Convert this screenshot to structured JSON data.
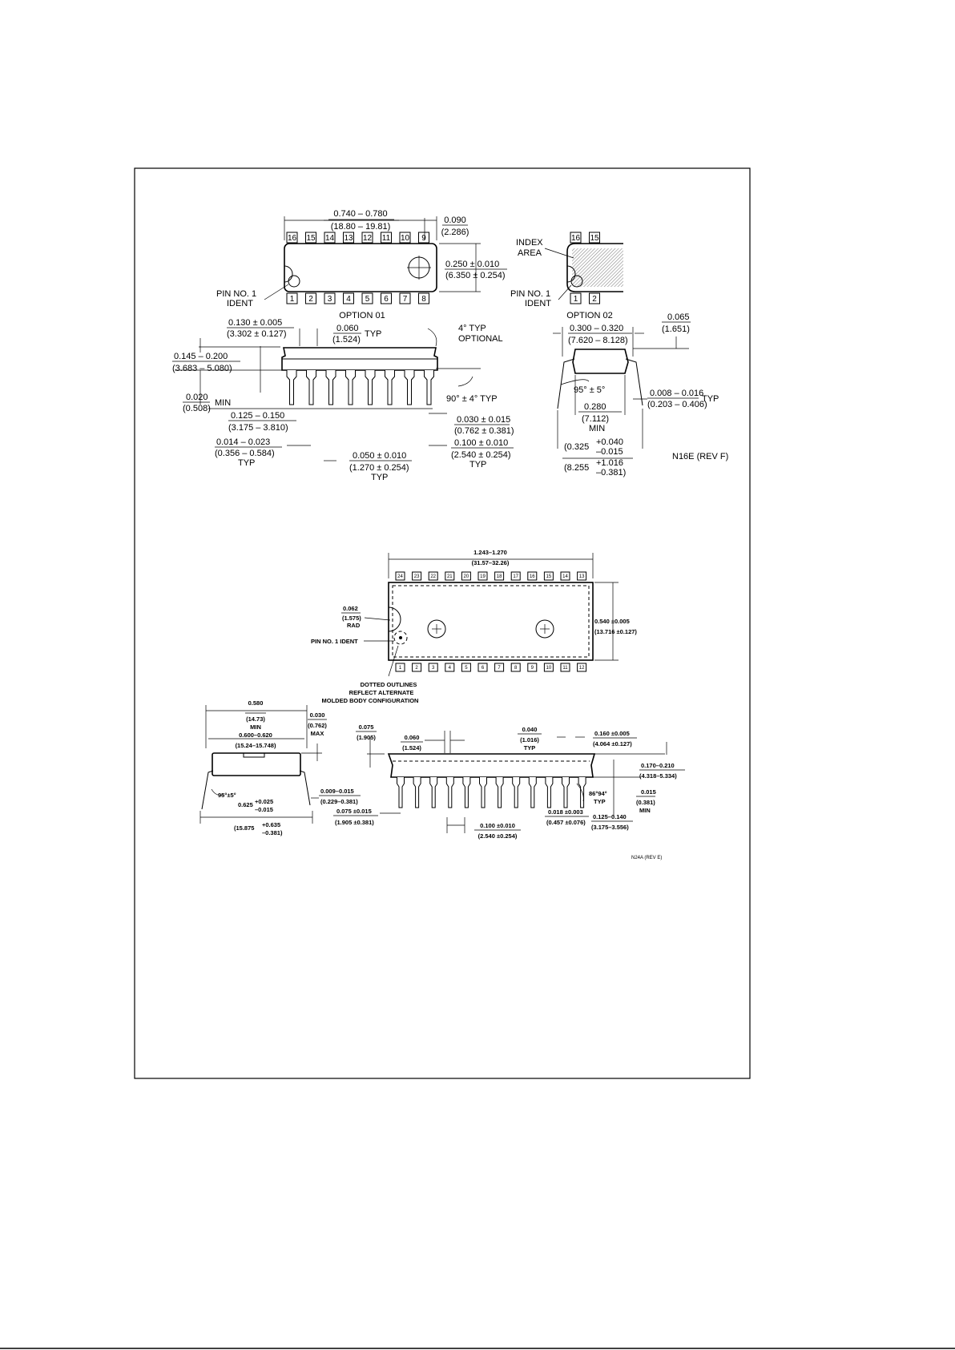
{
  "n16e": {
    "len_in": "0.740 – 0.780",
    "len_mm": "(18.80 – 19.81)",
    "end_in": "0.090",
    "end_mm": "(2.286)",
    "width_in": "0.250 ± 0.010",
    "width_mm": "(6.350 ± 0.254)",
    "top_pins": [
      "16",
      "15",
      "14",
      "13",
      "12",
      "11",
      "10",
      "9"
    ],
    "bottom_pins": [
      "1",
      "2",
      "3",
      "4",
      "5",
      "6",
      "7",
      "8"
    ],
    "pin1_line1": "PIN NO. 1",
    "pin1_line2": "IDENT",
    "option1": "OPTION 01",
    "opt2_top_pins": [
      "16",
      "15"
    ],
    "opt2_bottom_pins": [
      "1",
      "2"
    ],
    "index_line1": "INDEX",
    "index_line2": "AREA",
    "option2": "OPTION 02",
    "sh_in": "0.130 ± 0.005",
    "sh_mm": "(3.302 ± 0.127)",
    "shl_in": "0.145 – 0.200",
    "shl_mm": "(3.683 – 5.080)",
    "min_in": "0.020",
    "min_mm": "(0.508)",
    "min_word": "MIN",
    "pitch_sh_in": "0.060",
    "pitch_sh_mm": "(1.524)",
    "typ": "TYP",
    "draft": "4° TYP",
    "optional": "OPTIONAL",
    "angle90": "90° ± 4° TYP",
    "seat_in": "0.125 – 0.150",
    "seat_mm": "(3.175 – 3.810)",
    "lead_w_in": "0.014 – 0.023",
    "lead_w_mm": "(0.356 – 0.584)",
    "lead_w_typ": "TYP",
    "shoulder_in": "0.050 ± 0.010",
    "shoulder_mm": "(1.270 ± 0.254)",
    "shoulder_typ": "TYP",
    "end_lead_in": "0.030 ± 0.015",
    "end_lead_mm": "(0.762 ± 0.381)",
    "pitch_in": "0.100 ± 0.010",
    "pitch_mm": "(2.540 ± 0.254)",
    "pitch_typ": "TYP",
    "row_in": "0.300 – 0.320",
    "row_mm": "(7.620 – 8.128)",
    "lead_len_in": "0.065",
    "lead_len_mm": "(1.651)",
    "angle95": "95° ± 5°",
    "bw_in": "0.280",
    "bw_mm": "(7.112)",
    "bw_min": "MIN",
    "thick_in": "0.008 – 0.016",
    "thick_mm": "(0.203 – 0.406)",
    "thick_typ": "TYP",
    "spread_in_base": "(0.325",
    "spread_in_plus": "+0.040",
    "spread_in_minus": "–0.015",
    "spread_mm_base": "(8.255",
    "spread_mm_plus": "+1.016",
    "spread_mm_minus": "–0.381)",
    "rev": "N16E (REV F)"
  },
  "n24a": {
    "len_in": "1.243–1.270",
    "len_mm": "(31.57–32.26)",
    "top_pins": [
      "24",
      "23",
      "22",
      "21",
      "20",
      "19",
      "18",
      "17",
      "16",
      "15",
      "14",
      "13"
    ],
    "bottom_pins": [
      "1",
      "2",
      "3",
      "4",
      "5",
      "6",
      "7",
      "8",
      "9",
      "10",
      "11",
      "12"
    ],
    "rad_in": "0.062",
    "rad_mm": "(1.575)",
    "rad": "RAD",
    "pin1": "PIN NO. 1 IDENT",
    "width_in": "0.540 ±0.005",
    "width_mm": "(13.716 ±0.127)",
    "dotted1": "DOTTED OUTLINES",
    "dotted2": "REFLECT ALTERNATE",
    "dotted3": "MOLDED BODY CONFIGURATION",
    "ew_in": "0.580",
    "ew_mm": "(14.73)",
    "ew_min": "MIN",
    "row_in": "0.600–0.620",
    "row_mm": "(15.24–15.748)",
    "max_in": "0.030",
    "max_mm": "(0.762)",
    "max": "MAX",
    "angle95": "95°±5°",
    "spread_in_base": "0.625",
    "spread_in_plus": "+0.025",
    "spread_in_minus": "–0.015",
    "spread_mm_base": "(15.875",
    "spread_mm_plus": "+0.635",
    "spread_mm_minus": "–0.381)",
    "thick_in": "0.009–0.015",
    "thick_mm": "(0.229–0.381)",
    "end_in": "0.075",
    "end_mm": "(1.905)",
    "sh_in": "0.060",
    "sh_mm": "(1.524)",
    "lw_in": "0.040",
    "lw_mm": "(1.016)",
    "lw_typ": "TYP",
    "st_in": "0.160 ±0.005",
    "st_mm": "(4.064 ±0.127)",
    "ht_in": "0.170–0.210",
    "ht_mm": "(4.318–5.334)",
    "endl_in": "0.075 ±0.015",
    "endl_mm": "(1.905 ±0.381)",
    "pitch_in": "0.100 ±0.010",
    "pitch_mm": "(2.540 ±0.254)",
    "lead_in": "0.018 ±0.003",
    "lead_mm": "(0.457 ±0.076)",
    "angle": "86°94°",
    "angle_typ": "TYP",
    "seat_in": "0.125–0.140",
    "seat_mm": "(3.175–3.556)",
    "min_in": "0.015",
    "min_mm": "(0.381)",
    "min": "MIN",
    "rev": "N24A (REV E)"
  }
}
